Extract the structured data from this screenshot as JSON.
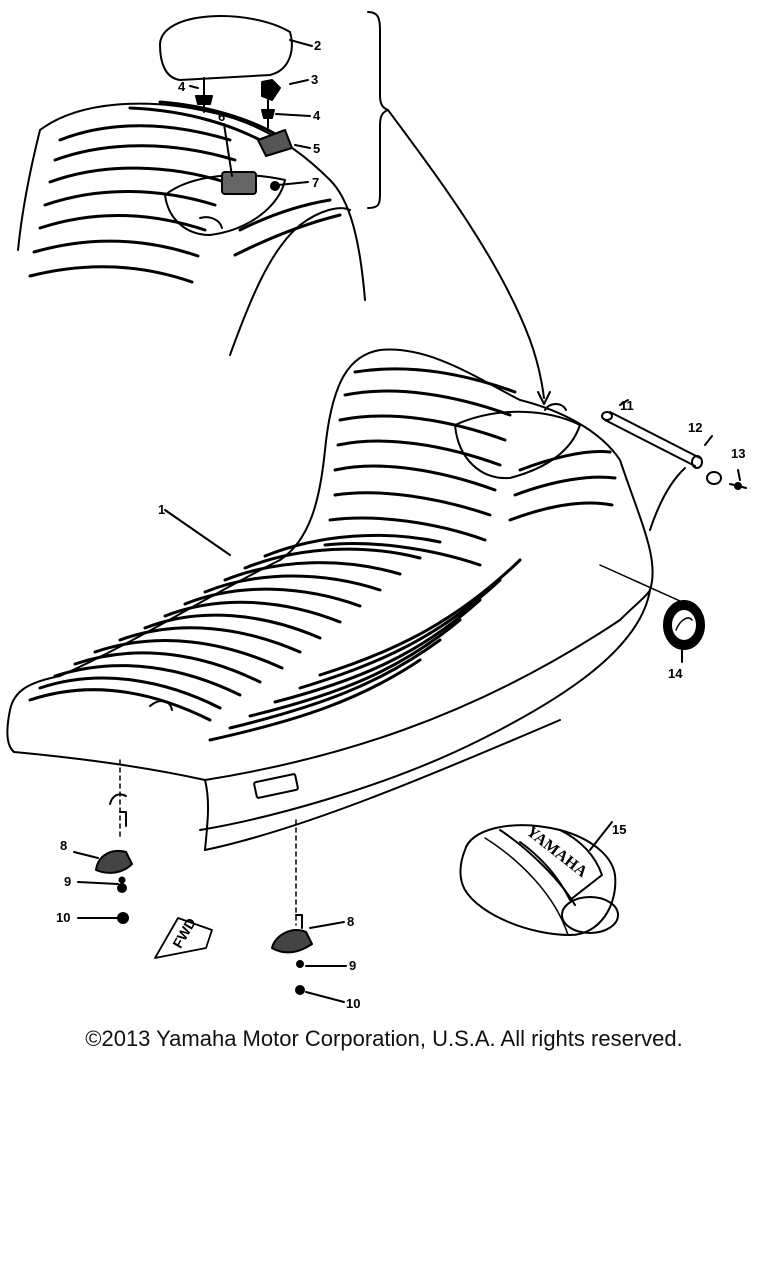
{
  "diagram": {
    "callouts": [
      "1",
      "2",
      "3",
      "4",
      "4",
      "5",
      "6",
      "7",
      "8",
      "9",
      "10",
      "8",
      "9",
      "10",
      "11",
      "12",
      "13",
      "14",
      "15"
    ],
    "fwd_mark": "FWD",
    "bag_brand": "YAMAHA"
  },
  "copyright": "©2013 Yamaha Motor Corporation, U.S.A. All rights reserved."
}
